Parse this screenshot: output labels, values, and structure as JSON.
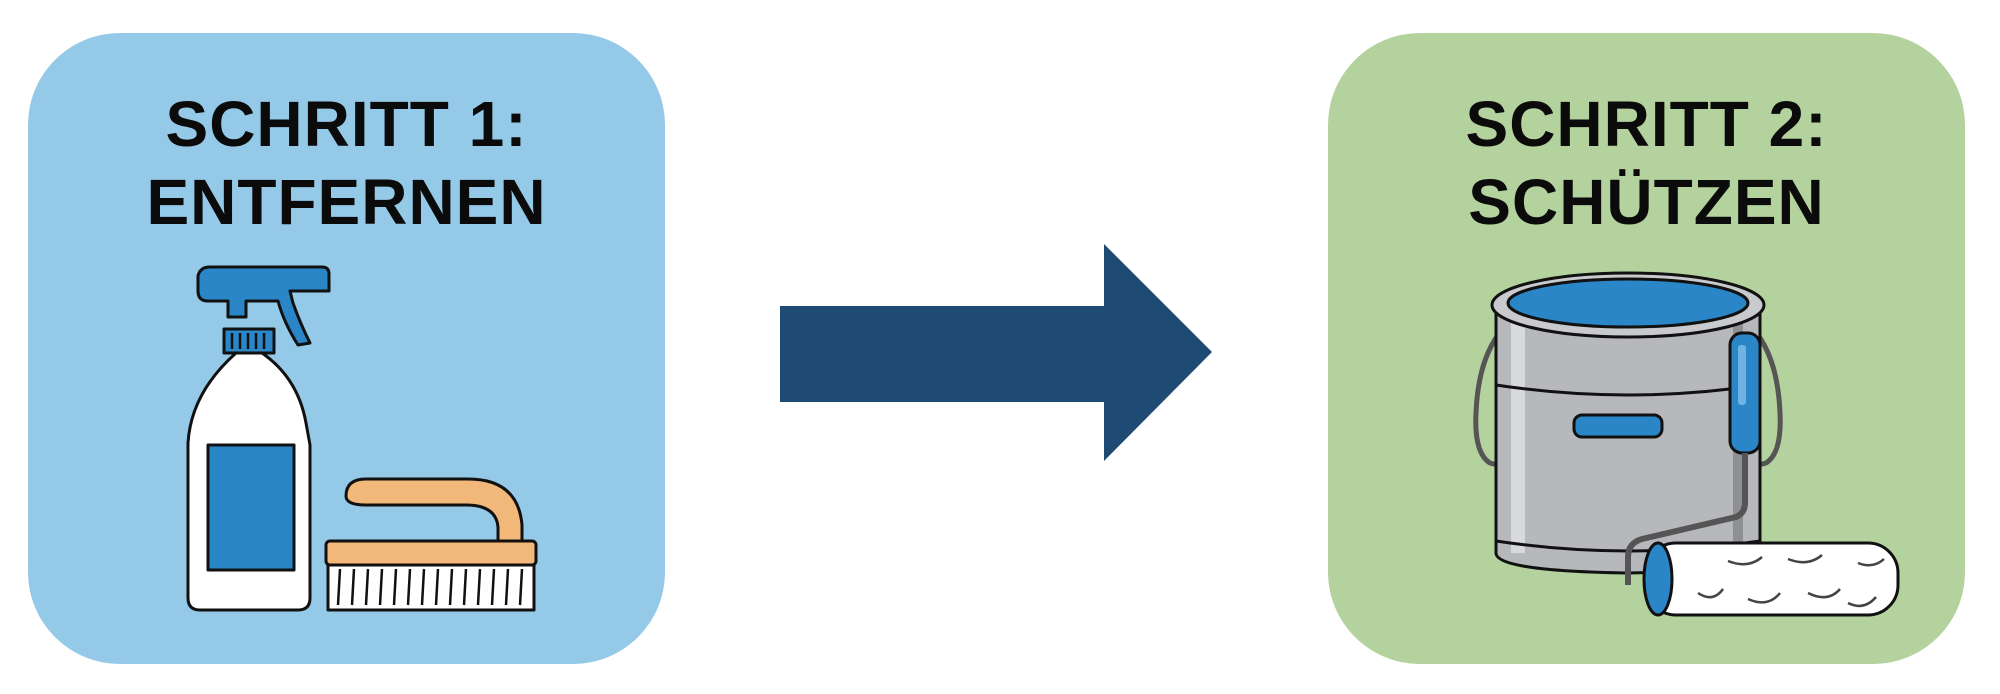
{
  "steps": [
    {
      "line1": "SCHRITT 1:",
      "line2": "ENTFERNEN",
      "color": "#95c9e8",
      "icons": [
        "spray-bottle-icon",
        "scrub-brush-icon"
      ]
    },
    {
      "line1": "SCHRITT 2:",
      "line2": "SCHÜTZEN",
      "color": "#b4d29d",
      "icons": [
        "paint-bucket-icon",
        "paint-roller-icon"
      ]
    }
  ],
  "arrow": {
    "color": "#1f4a73",
    "icon": "arrow-right-icon"
  },
  "accent": "#2b86c8"
}
